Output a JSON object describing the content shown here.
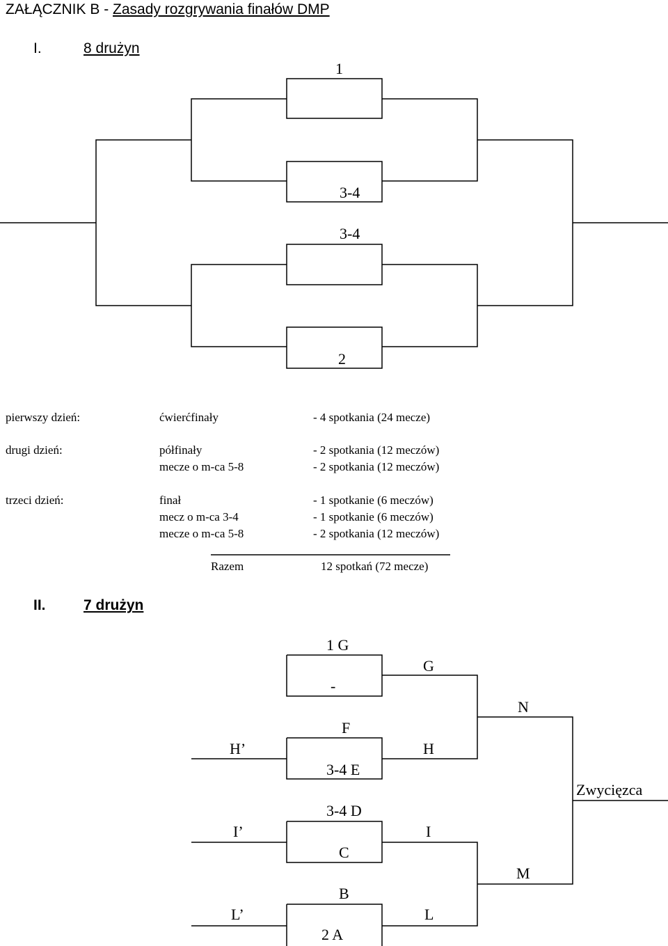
{
  "title": {
    "prefix": "ZAŁĄCZNIK B - ",
    "main": "Zasady rozgrywania finałów DMP"
  },
  "section1": {
    "number": "I.",
    "label": "8 drużyn",
    "bracket_labels": {
      "top": "1",
      "upper_middle": "3-4",
      "lower_middle": "3-4",
      "bottom": "2"
    }
  },
  "schedule": {
    "rows": [
      {
        "day": "pierwszy dzień:",
        "stage": "ćwierćfinały",
        "matches": "- 4 spotkania (24 mecze)"
      },
      {
        "day": "drugi dzień:",
        "stage": "półfinały",
        "matches": "- 2 spotkania (12 meczów)"
      },
      {
        "day": "",
        "stage": "mecze o m-ca 5-8",
        "matches": "- 2 spotkania (12 meczów)"
      },
      {
        "day": "trzeci dzień:",
        "stage": "finał",
        "matches": "- 1 spotkanie (6 meczów)"
      },
      {
        "day": "",
        "stage": "mecz o m-ca 3-4",
        "matches": "- 1 spotkanie (6 meczów)"
      },
      {
        "day": "",
        "stage": "mecze o m-ca 5-8",
        "matches": "- 2 spotkania (12 meczów)"
      }
    ],
    "total_label": "Razem",
    "total_value": "12 spotkań (72 mecze)"
  },
  "section2": {
    "number": "II.",
    "label": "7 drużyn",
    "labels": {
      "g1": "1 G",
      "dash": "-",
      "g": "G",
      "n": "N",
      "f": "F",
      "h_prime": "H’",
      "h": "H",
      "e": "3-4 E",
      "winner": "Zwycięzca",
      "d": "3-4 D",
      "i_prime": "I’",
      "i": "I",
      "c": "C",
      "m": "M",
      "b": "B",
      "l_prime": "L’",
      "l": "L",
      "a": "2 A"
    }
  }
}
